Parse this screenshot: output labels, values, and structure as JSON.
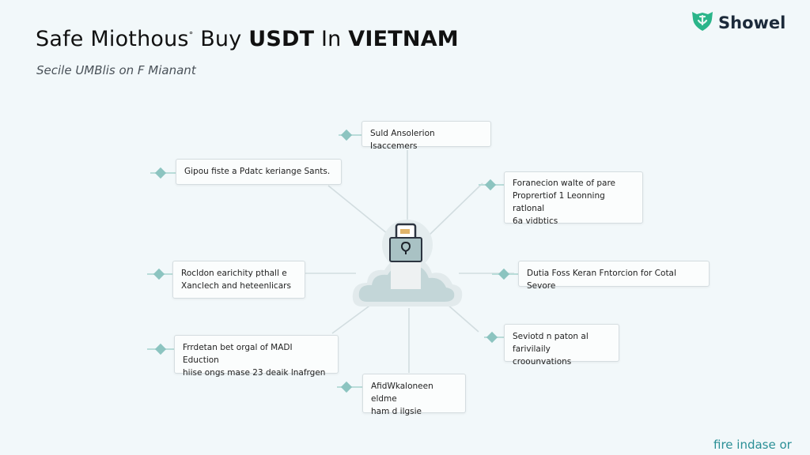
{
  "header": {
    "title_parts": [
      "Safe Miothous",
      "Buy",
      "USDT",
      "In",
      "VIETNAM"
    ],
    "title_mark": "°",
    "subtitle": "Secile UMBlis on F Mianant"
  },
  "brand": {
    "name": "Showel",
    "icon": "shield-logo-icon",
    "color": "#2bb58a"
  },
  "diagram": {
    "center_icon": "cloud-lock-icon",
    "nodes": [
      {
        "id": "top",
        "lines": [
          "Suld Ansolerion Isaccemers"
        ]
      },
      {
        "id": "upper-left",
        "lines": [
          "Gipou fiste a Pdatc keriange Sants."
        ]
      },
      {
        "id": "upper-right",
        "lines": [
          "Foranecion walte of pare",
          "Proprertiof 1 Leonning ratlonal",
          "6a vidbtics"
        ]
      },
      {
        "id": "mid-left",
        "lines": [
          "Rocldon earichity pthall e",
          "Xanclech and heteenlicars"
        ]
      },
      {
        "id": "mid-right",
        "lines": [
          "Dutia Foss Keran Fntorcion for Cotal Sevore"
        ]
      },
      {
        "id": "lower-left",
        "lines": [
          "Frrdetan bet orgal of MADI Eduction",
          "hiise ongs mase 23 deaik lnafrgen"
        ]
      },
      {
        "id": "lower-right",
        "lines": [
          "Seviotd n paton al",
          "farivilaily croounvations"
        ]
      },
      {
        "id": "bottom",
        "lines": [
          "AfidWkaloneen eldme",
          "ham d ilgsie"
        ]
      }
    ],
    "accent_color": "#8cc4c0",
    "line_color": "#d2dde0"
  },
  "footer": {
    "text": "fire indase or"
  }
}
